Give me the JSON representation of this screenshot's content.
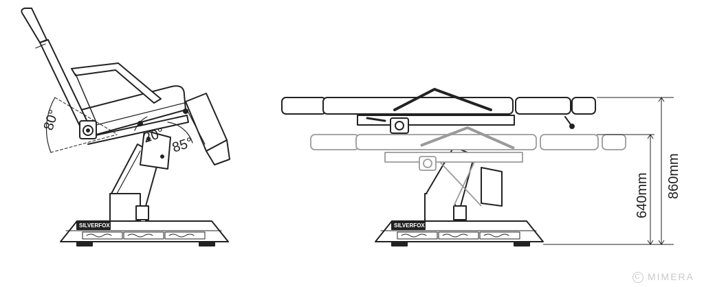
{
  "angles": {
    "backrest": "80°",
    "seat": "20°",
    "legrest": "85°"
  },
  "dimensions": {
    "min_height": "640mm",
    "max_height": "860mm"
  },
  "brand": "SILVERFOX",
  "watermark": "MIMERA"
}
